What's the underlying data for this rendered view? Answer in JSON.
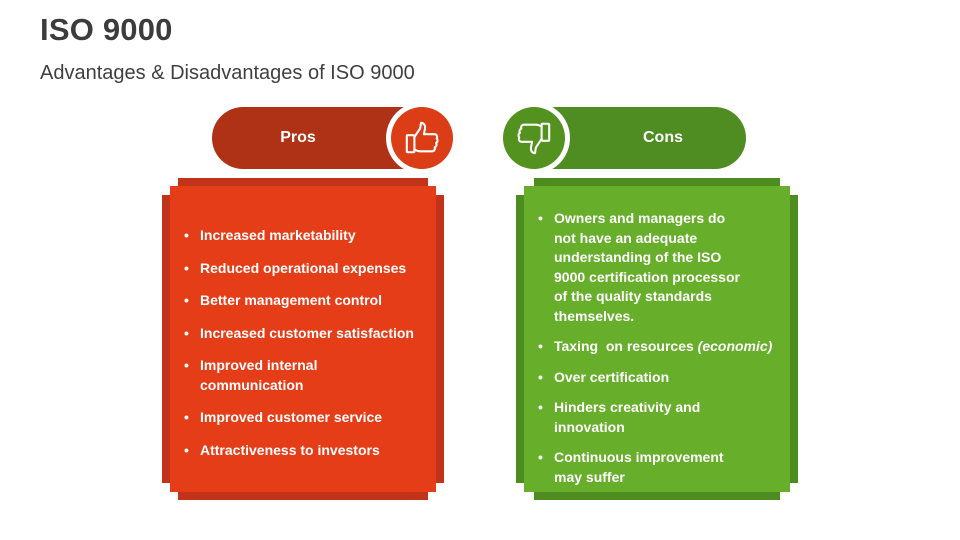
{
  "title": "ISO 9000",
  "subtitle": "Advantages & Disadvantages of ISO 9000",
  "pros": {
    "label": "Pros",
    "icon": "thumbs-up-icon",
    "color": "#e53d18",
    "items": [
      "Increased marketability",
      "Reduced operational expenses",
      "Better management control",
      "Increased customer satisfaction",
      "Improved internal communication",
      "Improved customer service",
      "Attractiveness to investors"
    ]
  },
  "cons": {
    "label": "Cons",
    "icon": "thumbs-down-icon",
    "color": "#67ae2a",
    "items": [
      "Owners and managers do not have an adequate understanding of the ISO 9000 certification processor of the quality standards themselves.",
      "Taxing  on resources",
      "Over certification",
      "Hinders creativity and innovation",
      "Continuous improvement may suffer"
    ],
    "item2_note": "(economic)"
  }
}
